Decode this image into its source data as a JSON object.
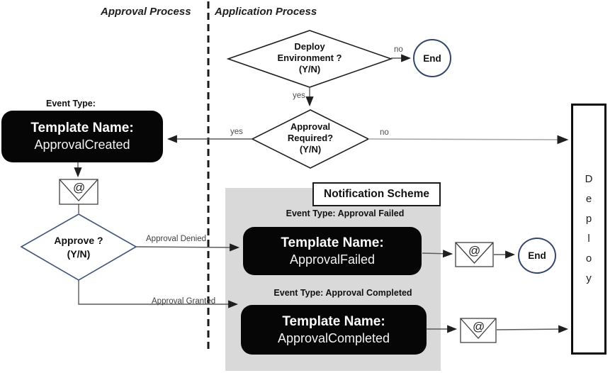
{
  "headers": {
    "approval_process": "Approval Process",
    "application_process": "Application Process"
  },
  "decisions": {
    "deploy_environment": {
      "lines": [
        "Deploy",
        "Environment ?",
        "(Y/N)"
      ]
    },
    "approval_required": {
      "lines": [
        "Approval",
        "Required?",
        "(Y/N)"
      ]
    },
    "approve": {
      "lines": [
        "Approve ?",
        "(Y/N)"
      ]
    }
  },
  "edge_labels": {
    "deploy_no": "no",
    "deploy_yes": "yes",
    "required_yes": "yes",
    "required_no": "no",
    "approval_denied": "Approval Denied",
    "approval_granted": "Approval Granted"
  },
  "event_types": {
    "created": "Event Type:",
    "failed": "Event Type: Approval Failed",
    "completed": "Event Type: Approval Completed"
  },
  "templates": {
    "created": {
      "label": "Template Name:",
      "value": "ApprovalCreated"
    },
    "failed": {
      "label": "Template Name:",
      "value": "ApprovalFailed"
    },
    "completed": {
      "label": "Template Name:",
      "value": "ApprovalCompleted"
    }
  },
  "notification_scheme_title": "Notification Scheme",
  "end_label": "End",
  "deploy_letters": [
    "D",
    "e",
    "p",
    "l",
    "o",
    "y"
  ],
  "email_glyph": "@",
  "colors": {
    "node_black": "#060606",
    "panel_gray": "#d9d9d9",
    "accent_blue": "#35466b",
    "line_gray": "#595959"
  }
}
